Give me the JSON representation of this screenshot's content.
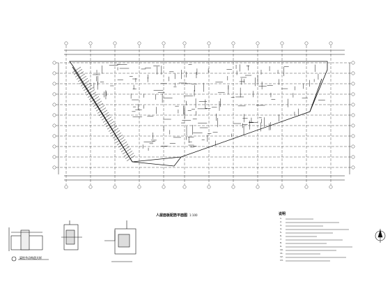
{
  "plan": {
    "title": "人屋面板配筋平面图",
    "scale": "1:100"
  },
  "details": {
    "detail_1_label": "梁柱节点构造大样",
    "detail_2_label": "",
    "detail_3_label": ""
  },
  "notes": {
    "heading": "说明",
    "lines": [
      "1.",
      "2.",
      "3.",
      "4.",
      "5.",
      "6.",
      "7.",
      "8.",
      "9.",
      "10.",
      "11.",
      "12.",
      "13."
    ]
  },
  "colors": {
    "ink": "#111111",
    "paper": "#ffffff"
  },
  "icons": {
    "north": "north-arrow-icon"
  }
}
